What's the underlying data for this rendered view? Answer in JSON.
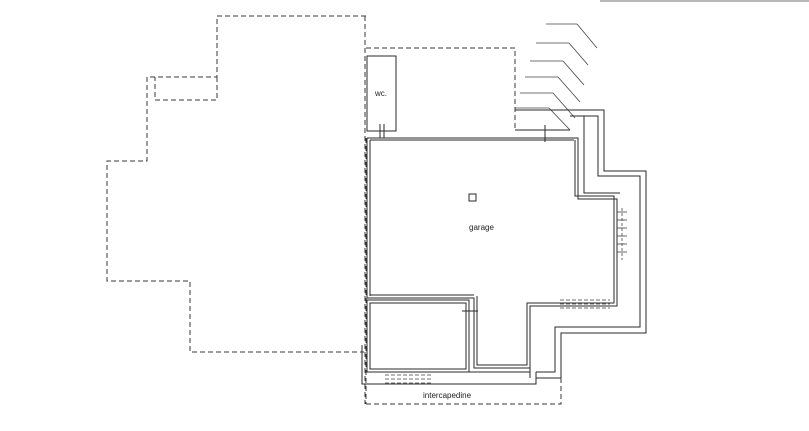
{
  "plan": {
    "rooms": {
      "wc": "wc.",
      "garage": "garage",
      "intercapedine": "intercapedine"
    }
  }
}
